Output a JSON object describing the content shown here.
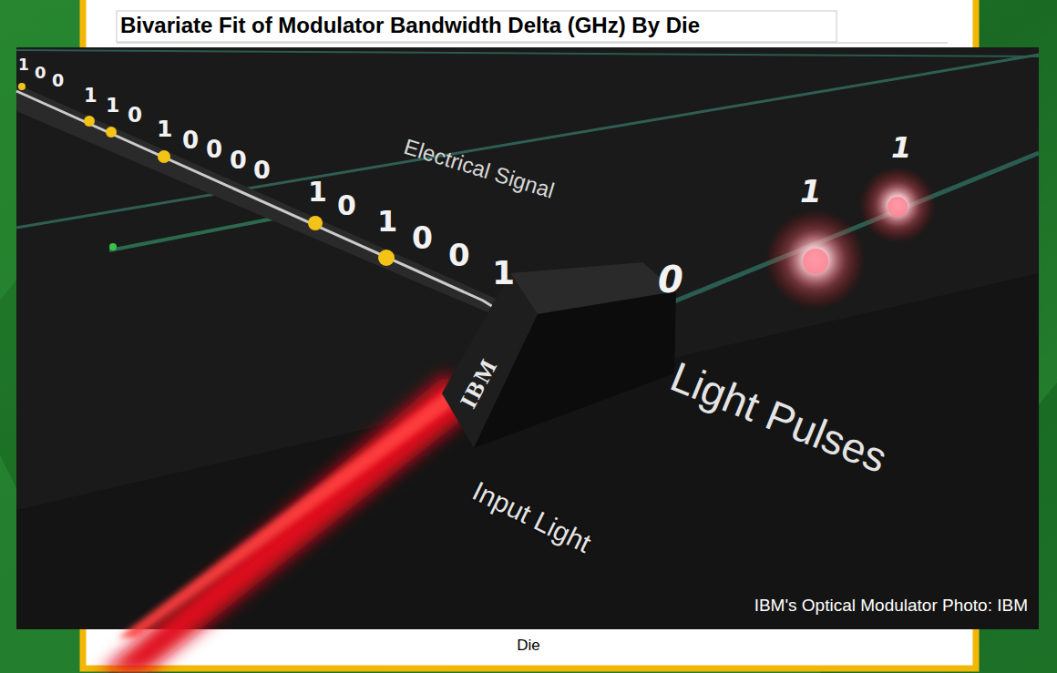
{
  "diagram": {
    "title": "Bivariate Fit of Modulator Bandwidth Delta (GHz) By Die",
    "caption": "IBM's Optical Modulator Photo: IBM",
    "labels": [
      "1",
      "0",
      "0",
      "1",
      "1",
      "0",
      "1",
      "0",
      "0",
      "0",
      "0",
      "1",
      "0",
      "1",
      "0",
      "0",
      "1",
      "0",
      "1",
      "1",
      "Electrical Signal",
      "IBM",
      "Light Pulses",
      "Input Light",
      "Die"
    ]
  }
}
